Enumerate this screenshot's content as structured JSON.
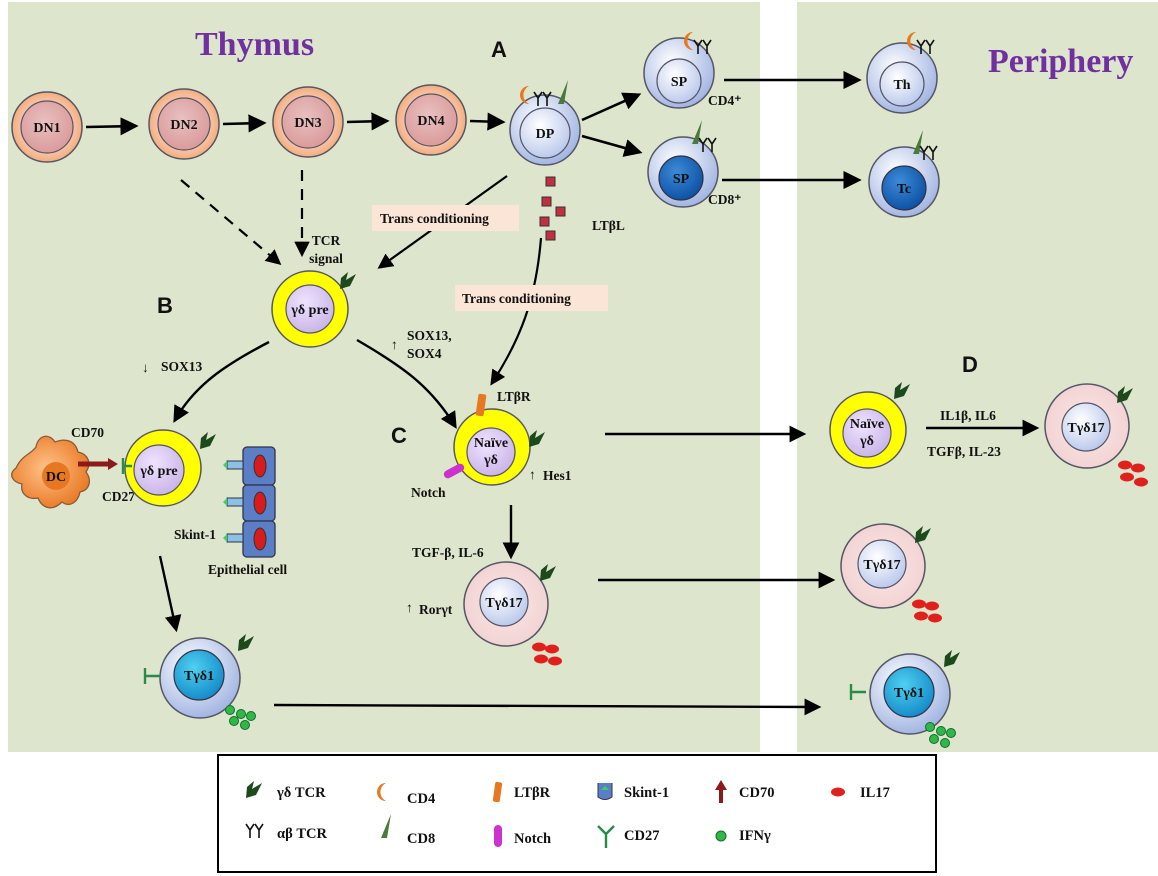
{
  "regions": {
    "thymus": "Thymus",
    "periphery": "Periphery"
  },
  "panels": {
    "a": "A",
    "b": "B",
    "c": "C",
    "d": "D"
  },
  "cells": {
    "dn1": "DN1",
    "dn2": "DN2",
    "dn3": "DN3",
    "dn4": "DN4",
    "dp": "DP",
    "sp_cd4": "SP",
    "sp_cd8": "SP",
    "th": "Th",
    "tc": "Tc",
    "gd_pre_1": "γδ pre",
    "gd_pre_2": "γδ pre",
    "naive_thymus": [
      "Naïve",
      "γδ"
    ],
    "tgd17_thymus": "Tγδ17",
    "tgd1_thymus": "Tγδ1",
    "naive_periphery": [
      "Naïve",
      "γδ"
    ],
    "tgd17_periphery_1": "Tγδ17",
    "tgd17_periphery_2": "Tγδ17",
    "tgd1_periphery": "Tγδ1",
    "dc": "DC"
  },
  "labels": {
    "cd4_sup": "CD4⁺",
    "cd8_sup": "CD8⁺",
    "tcr_signal": [
      "TCR",
      "signal"
    ],
    "trans_conditioning_1": "Trans conditioning",
    "trans_conditioning_2": "Trans conditioning",
    "ltbl": "LTβL",
    "sox13_down": "SOX13",
    "sox13_sox4_up": [
      "SOX13,",
      "SOX4"
    ],
    "cd70": "CD70",
    "cd27": "CD27",
    "skint1": "Skint-1",
    "epithelial_cell": "Epithelial  cell",
    "ltbr": "LTβR",
    "notch": "Notch",
    "hes1": "Hes1",
    "tgf_il6": "TGF-β, IL-6",
    "rorgt": "Rorγt",
    "il1b_il6": "IL1β, IL6",
    "tgfb_il23": "TGFβ, IL-23"
  },
  "legend": {
    "gd_tcr": "γδ TCR",
    "ab_tcr": "αβ TCR",
    "cd4": "CD4",
    "cd8": "CD8",
    "ltbr": "LTβR",
    "notch": "Notch",
    "skint1": "Skint-1",
    "cd27": "CD27",
    "cd70": "CD70",
    "ifng": "IFNγ",
    "il17": "IL17"
  },
  "colors": {
    "background_panel": "#dde6cc",
    "region_title": "#7030a0",
    "yellow_ring": "#ffff00",
    "il17": "#e0201c",
    "ifng": "#2db84a",
    "gd_tcr": "#1d4a1d",
    "cd4": "#e87722",
    "cd8": "#4a7a3a",
    "ltbr": "#e87722",
    "notch": "#cc33cc",
    "cd27": "#2a8a4a",
    "cd70": "#8b1a1a",
    "dc": "#e87722",
    "epithelial": "#5b7fc7"
  }
}
